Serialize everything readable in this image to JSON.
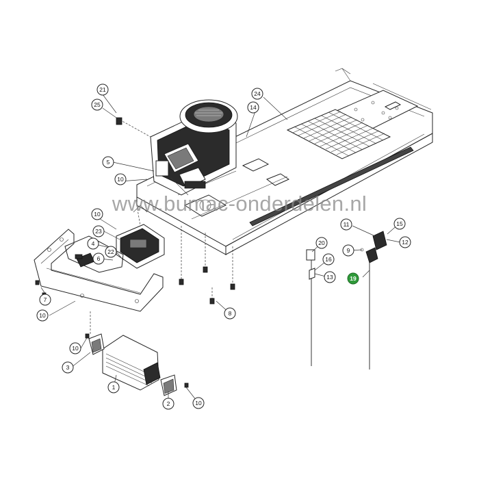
{
  "watermark": "www.bumac-onderdelen.nl",
  "colors": {
    "highlight": "#2f9a3a",
    "line": "#222222",
    "background": "#ffffff"
  },
  "callouts": [
    {
      "label": "21"
    },
    {
      "label": "25"
    },
    {
      "label": "24"
    },
    {
      "label": "14"
    },
    {
      "label": "5"
    },
    {
      "label": "10"
    },
    {
      "label": "10"
    },
    {
      "label": "23"
    },
    {
      "label": "4"
    },
    {
      "label": "22"
    },
    {
      "label": "6"
    },
    {
      "label": "7"
    },
    {
      "label": "10"
    },
    {
      "label": "8"
    },
    {
      "label": "11"
    },
    {
      "label": "15"
    },
    {
      "label": "12"
    },
    {
      "label": "9"
    },
    {
      "label": "20"
    },
    {
      "label": "16"
    },
    {
      "label": "13"
    },
    {
      "label": "19",
      "highlighted": true
    },
    {
      "label": "10"
    },
    {
      "label": "3"
    },
    {
      "label": "1"
    },
    {
      "label": "2"
    },
    {
      "label": "10"
    }
  ]
}
